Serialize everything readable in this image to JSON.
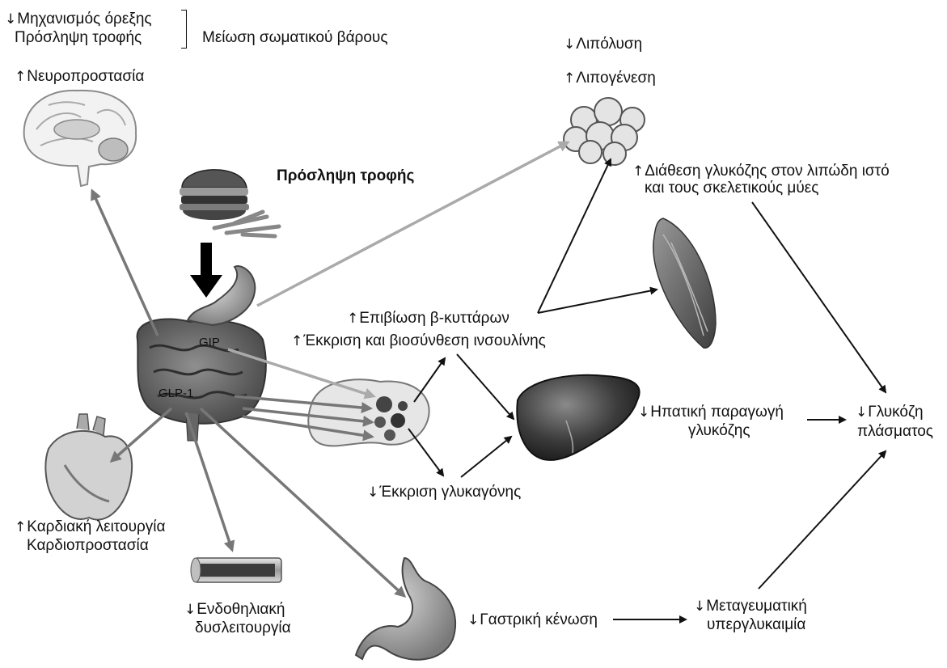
{
  "arrows": {
    "up": "↑",
    "down": "↓"
  },
  "top_left": {
    "appetite": "Μηχανισμός όρεξης",
    "food_intake": "Πρόσληψη τροφής",
    "weight": "Μείωση σωματικού βάρους",
    "neuroprotection": "Νευροπροστασία"
  },
  "food": {
    "label": "Πρόσληψη τροφής"
  },
  "gut": {
    "gip": "GIP",
    "glp1": "GLP-1"
  },
  "fat": {
    "lipolysis": "Λιπόλυση",
    "lipogenesis": "Λιπογένεση",
    "glucose_disposal_1": "Διάθεση γλυκόζης στον λιπώδη ιστό",
    "glucose_disposal_2": "και τους σκελετικούς μύες"
  },
  "pancreas": {
    "beta_survival": "Επιβίωση β-κυττάρων",
    "insulin": "Έκκριση και βιοσύνθεση ινσουλίνης",
    "glucagon": "Έκκριση γλυκαγόνης"
  },
  "liver": {
    "line1": "Ηπατική παραγωγή",
    "line2": "γλυκόζης"
  },
  "plasma": {
    "line1": "Γλυκόζη",
    "line2": "πλάσματος"
  },
  "heart": {
    "line1": "Καρδιακή λειτουργία",
    "line2": "Καρδιοπροστασία"
  },
  "vessel": {
    "line1": "Ενδοθηλιακή",
    "line2": "δυσλειτουργία"
  },
  "stomach": {
    "emptying": "Γαστρική κένωση"
  },
  "postprandial": {
    "line1": "Μεταγευματική",
    "line2": "υπεργλυκαιμία"
  },
  "colors": {
    "gray_arrow": "#777777",
    "light_arrow": "#a9a9a9",
    "black": "#111111"
  }
}
